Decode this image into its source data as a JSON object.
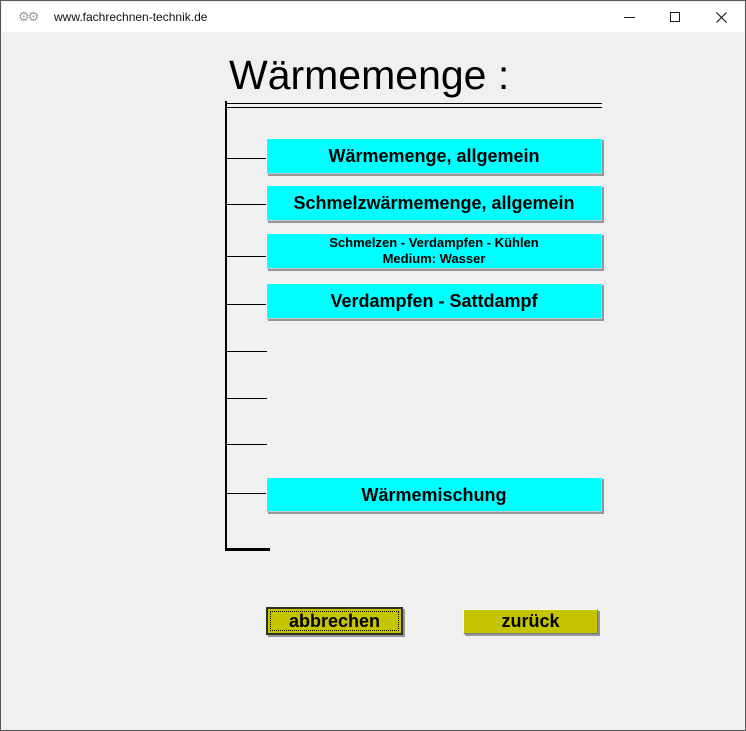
{
  "titlebar": {
    "title": "www.fachrechnen-technik.de",
    "app_icon_glyph": "⚙⚙",
    "icons": {
      "minimize": "minimize-icon",
      "maximize": "maximize-icon",
      "close": "close-icon"
    }
  },
  "page": {
    "heading": "Wärmemenge :"
  },
  "tree_buttons": [
    {
      "label": "Wärmemenge, allgemein"
    },
    {
      "label": "Schmelzwärmemenge, allgemein"
    },
    {
      "label": "Schmelzen - Verdampfen - Kühlen",
      "label2": "Medium: Wasser"
    },
    {
      "label": "Verdampfen - Sattdampf"
    },
    {
      "label": "Wärmemischung"
    }
  ],
  "footer_buttons": {
    "cancel": "abbrechen",
    "back": "zurück"
  },
  "colors": {
    "menu_button_bg": "#00FFFF",
    "footer_button_bg": "#C4C400",
    "window_bg": "#F0F0F0",
    "titlebar_bg": "#FFFFFF",
    "tree_line": "#000000",
    "shadow": "#969696"
  }
}
